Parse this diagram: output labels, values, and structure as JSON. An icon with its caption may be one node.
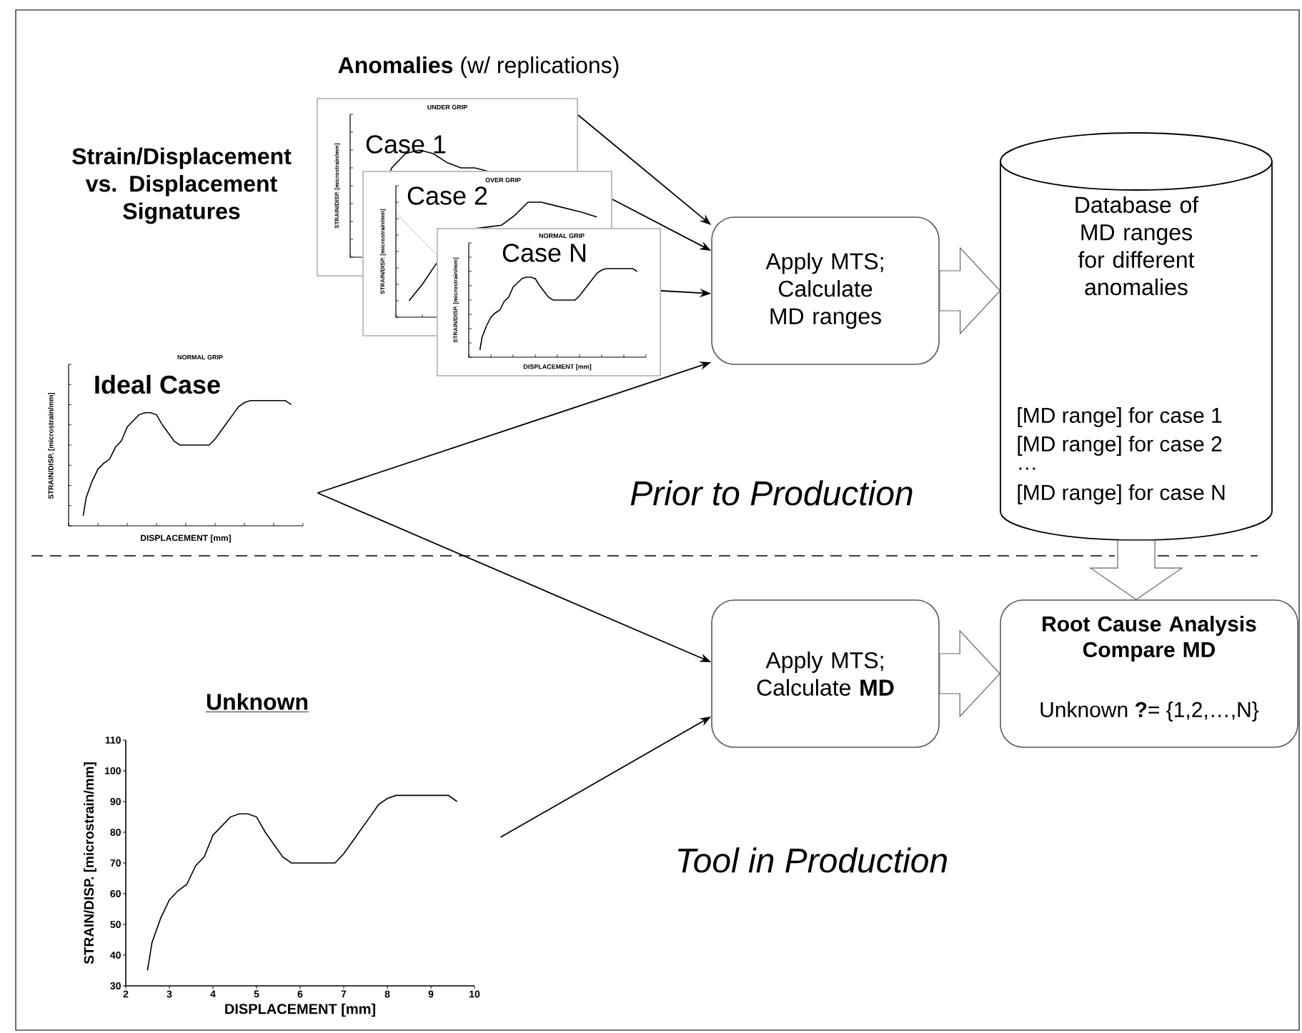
{
  "diagram": {
    "nodes": [
      {
        "text": [
          "UNDER GRIP",
          "Case 1",
          "STRAIN/DISP. [microstrain/mm]"
        ]
      },
      {
        "text": [
          "OVER GRIP",
          "Case 2",
          "STRAIN/DISP. [microstrain/mm]"
        ]
      },
      {
        "text": [
          "NORMAL GRIP",
          "Case N",
          "STRAIN/DISP. [microstrain/mm]",
          "DISPLACEMENT [mm]"
        ]
      },
      {
        "text": [
          "NORMAL GRIP",
          "Ideal Case",
          "STRAIN/DISP. [microstrain/mm]",
          "DISPLACEMENT [mm]"
        ]
      },
      {
        "text": [
          "Apply MTS; Calculate MD ranges"
        ]
      },
      {
        "text": [
          "Database of MD ranges for different anomalies",
          "[MD range] for case 1",
          "[MD range] for case 2",
          "…",
          "[MD range] for case N"
        ]
      },
      {
        "text": [
          "Apply MTS; Calculate **MD**"
        ]
      },
      {
        "text": [
          "Root Cause Analysis Compare MD",
          "Unknown **?**= {1,2,…,N}"
        ]
      },
      {
        "text": [
          "Unknown"
        ]
      }
    ],
    "edges": [
      {
        "from": 0,
        "to": 4,
        "arrow": "to"
      },
      {
        "from": 1,
        "to": 4,
        "arrow": "to"
      },
      {
        "from": 2,
        "to": 4,
        "arrow": "to"
      },
      {
        "from": 3,
        "to": 4,
        "arrow": "to"
      },
      {
        "from": 3,
        "to": 6,
        "arrow": "to"
      },
      {
        "from": 8,
        "to": 6,
        "arrow": "to"
      },
      {
        "from": 4,
        "to": 5,
        "arrow": "to",
        "style": "thick"
      },
      {
        "from": 5,
        "to": 7,
        "arrow": "to",
        "style": "thick"
      },
      {
        "from": 6,
        "to": 7,
        "arrow": "to",
        "style": "thick"
      }
    ],
    "labels": [
      "**Anomalies** (w/ replications)",
      "Strain/Displacement vs. Displacement Signatures",
      "Prior to Production",
      "Tool in Production"
    ],
    "chart_data": {
      "type": "line",
      "xlabel": "DISPLACEMENT [mm]",
      "ylabel": "STRAIN/DISP. [microstrain/mm]",
      "x": [
        2.5,
        2.6,
        2.8,
        3.0,
        3.2,
        3.4,
        3.6,
        3.8,
        4.0,
        4.2,
        4.4,
        4.6,
        4.8,
        5.0,
        5.2,
        5.4,
        5.6,
        5.8,
        6.0,
        6.2,
        6.4,
        6.6,
        6.8,
        7.0,
        7.2,
        7.4,
        7.6,
        7.8,
        8.0,
        8.2,
        8.4,
        8.6,
        8.8,
        9.0,
        9.2,
        9.4,
        9.6
      ],
      "series": [
        {
          "values": [
            35,
            44,
            52,
            58,
            61,
            63,
            69,
            72,
            79,
            82,
            85,
            86,
            86,
            85,
            80,
            76,
            72,
            70,
            70,
            70,
            70,
            70,
            70,
            73,
            77,
            81,
            85,
            89,
            91,
            92,
            92,
            92,
            92,
            92,
            92,
            92,
            90
          ]
        }
      ],
      "xlim": [
        2,
        10
      ],
      "ylim": [
        30,
        110
      ],
      "xticks": [
        2,
        3,
        4,
        5,
        6,
        7,
        8,
        9,
        10
      ],
      "yticks": [
        30,
        40,
        50,
        60,
        70,
        80,
        90,
        100,
        110
      ]
    }
  }
}
